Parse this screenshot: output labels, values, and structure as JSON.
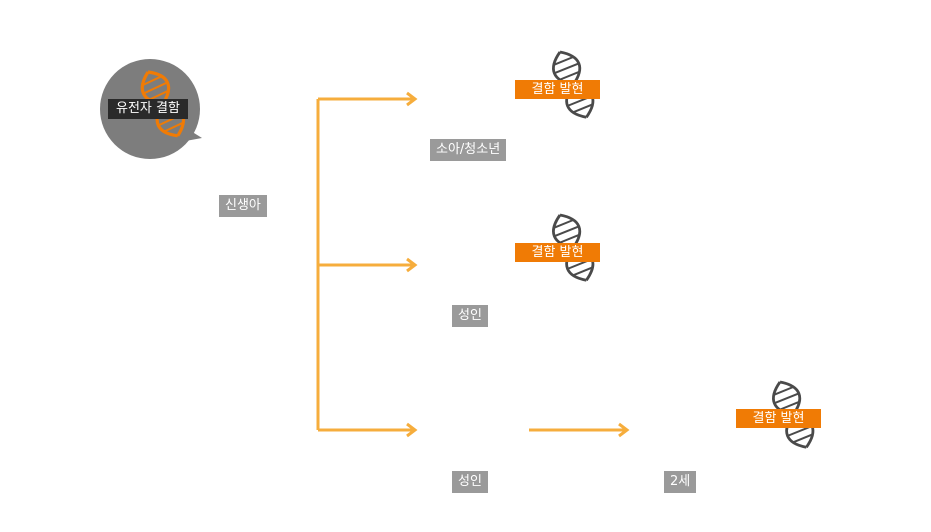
{
  "source": {
    "label": "유전자 결함",
    "icon": "dna-speech-bubble-icon"
  },
  "stage_root": {
    "label": "신생아"
  },
  "branches": [
    {
      "stage": "소아/청소년",
      "result": "결함 발현"
    },
    {
      "stage": "성인",
      "result": "결함 발현"
    },
    {
      "stage": "성인",
      "next_stage": "2세",
      "result": "결함 발현"
    }
  ],
  "colors": {
    "arrow": "#f6ad3c",
    "label_bg": "#9a9a9a",
    "result_bg": "#f07b05",
    "bubble_bg": "#7d7d7d",
    "dna": "#4a4a4a"
  }
}
